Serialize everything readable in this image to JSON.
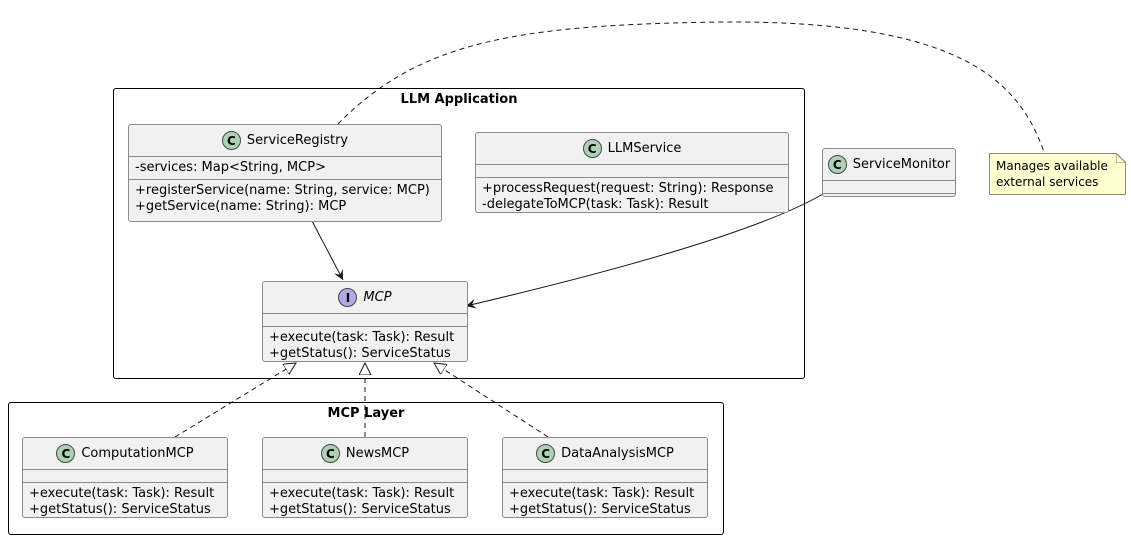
{
  "packages": {
    "llm_application": "LLM Application",
    "mcp_layer": "MCP Layer"
  },
  "classes": {
    "service_registry": {
      "stereotype": "C",
      "name": "ServiceRegistry",
      "fields": [
        "-services: Map<String, MCP>"
      ],
      "methods": [
        "+registerService(name: String, service: MCP)",
        "+getService(name: String): MCP"
      ]
    },
    "llm_service": {
      "stereotype": "C",
      "name": "LLMService",
      "fields": [],
      "methods": [
        "+processRequest(request: String): Response",
        "-delegateToMCP(task: Task): Result"
      ]
    },
    "service_monitor": {
      "stereotype": "C",
      "name": "ServiceMonitor",
      "fields": [],
      "methods": []
    },
    "mcp": {
      "stereotype": "I",
      "name": "MCP",
      "fields": [],
      "methods": [
        "+execute(task: Task): Result",
        "+getStatus(): ServiceStatus"
      ]
    },
    "computation_mcp": {
      "stereotype": "C",
      "name": "ComputationMCP",
      "fields": [],
      "methods": [
        "+execute(task: Task): Result",
        "+getStatus(): ServiceStatus"
      ]
    },
    "news_mcp": {
      "stereotype": "C",
      "name": "NewsMCP",
      "fields": [],
      "methods": [
        "+execute(task: Task): Result",
        "+getStatus(): ServiceStatus"
      ]
    },
    "data_analysis_mcp": {
      "stereotype": "C",
      "name": "DataAnalysisMCP",
      "fields": [],
      "methods": [
        "+execute(task: Task): Result",
        "+getStatus(): ServiceStatus"
      ]
    }
  },
  "note": {
    "lines": [
      "Manages available",
      "external services"
    ]
  },
  "colors": {
    "class_fill": "#f1f1f1",
    "class_border": "#8c8c8c",
    "class_badge": "#add1b2",
    "interface_badge": "#b4a7e5",
    "note_fill": "#fefece"
  }
}
